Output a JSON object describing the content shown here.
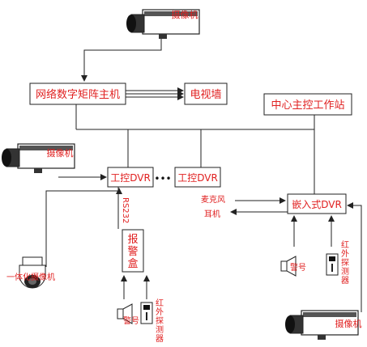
{
  "nodes": {
    "matrix_host": "网络数字矩阵主机",
    "tv_wall": "电视墙",
    "center_station": "中心主控工作站",
    "ipc_dvr_1": "工控DVR",
    "ipc_dvr_2": "工控DVR",
    "ellipsis": "•••",
    "embedded_dvr": "嵌入式DVR",
    "alarm_box": "报警盒",
    "rs232": "RS232"
  },
  "devices": {
    "camera_label": "摄像机",
    "dome_camera_label": "一体化摄像机",
    "microphone": "麦克风",
    "earphone": "耳机",
    "siren": "警号",
    "ir_detector": "红外探测器"
  },
  "icons": [
    "box-camera-icon",
    "dome-camera-icon",
    "siren-icon",
    "ir-detector-icon",
    "arrow-icon"
  ],
  "colors": {
    "label": "#e02020",
    "line": "#222222",
    "background": "#ffffff"
  }
}
